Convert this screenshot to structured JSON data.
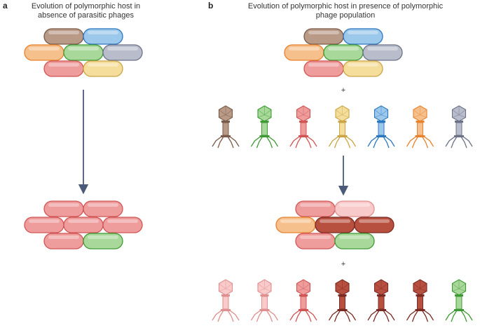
{
  "panel_a": {
    "letter": "a",
    "title_line1": "Evolution of polymorphic host in",
    "title_line2": "absence of parasitic phages",
    "before_cells": [
      "brown",
      "blue",
      "orange",
      "green",
      "slate",
      "red",
      "yellow"
    ],
    "after_cells": [
      "red",
      "red",
      "red",
      "red",
      "red",
      "red",
      "green"
    ]
  },
  "panel_b": {
    "letter": "b",
    "title_line1": "Evolution of polymorphic host in presence of polymorphic",
    "title_line2": "phage population",
    "plus_sign": "+",
    "before_cells": [
      "brown",
      "blue",
      "orange",
      "green",
      "slate",
      "red",
      "yellow"
    ],
    "before_phages": [
      "brown",
      "green",
      "red",
      "yellow",
      "blue",
      "orange",
      "slate"
    ],
    "after_cells": [
      "red",
      "pink",
      "orange",
      "darkred",
      "darkred",
      "red",
      "green"
    ],
    "after_phages": [
      "pink",
      "pink",
      "red",
      "darkred",
      "darkred",
      "darkred",
      "green"
    ]
  },
  "colors": {
    "brown": {
      "fill": "#b89a87",
      "stroke": "#7a5a48"
    },
    "blue": {
      "fill": "#9cc8ec",
      "stroke": "#2b78c0"
    },
    "orange": {
      "fill": "#f6c08c",
      "stroke": "#e8822e"
    },
    "green": {
      "fill": "#a8d89a",
      "stroke": "#3f9a35"
    },
    "slate": {
      "fill": "#b8bccb",
      "stroke": "#6c7286"
    },
    "red": {
      "fill": "#ef9c9c",
      "stroke": "#d05555"
    },
    "yellow": {
      "fill": "#f5dd9c",
      "stroke": "#c9a545"
    },
    "pink": {
      "fill": "#f9caca",
      "stroke": "#e08f8f"
    },
    "darkred": {
      "fill": "#b85040",
      "stroke": "#7a2a22"
    }
  },
  "arrow_color": "#4a5a78"
}
